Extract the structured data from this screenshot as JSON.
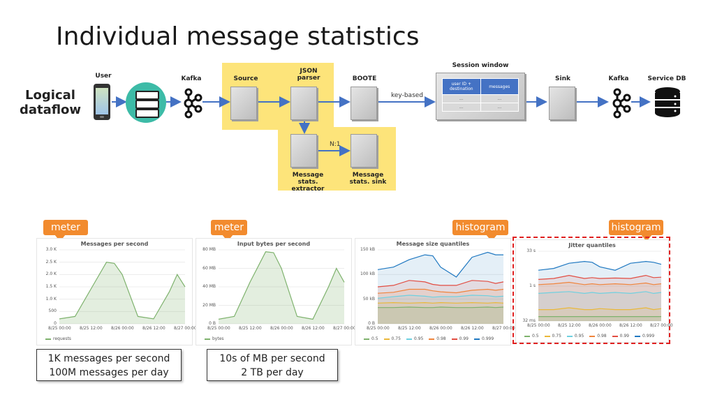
{
  "title": "Individual message statistics",
  "dataflow": {
    "section_label": "Logical dataflow",
    "user_label": "User",
    "kafka_in_label": "Kafka",
    "source_label": "Source",
    "json_parser_label": "JSON parser",
    "boote_label": "BOOTE",
    "key_based_label": "key-based",
    "session_window_label": "Session window",
    "session_table": {
      "header_left": "user ID + destination",
      "header_right": "messages",
      "cell": "..."
    },
    "sink_label": "Sink",
    "kafka_out_label": "Kafka",
    "service_db_label": "Service DB",
    "n1_label": "N:1",
    "stats_extractor_label": "Message stats. extractor",
    "stats_sink_label": "Message stats. sink"
  },
  "callouts": {
    "meter1": "meter",
    "meter2": "meter",
    "histogram1": "histogram",
    "histogram2": "histogram"
  },
  "notes": {
    "note1_line1": "1K messages per second",
    "note1_line2": "100M messages per day",
    "note2_line1": "10s of MB per second",
    "note2_line2": "2 TB per day"
  },
  "colors": {
    "arrow": "#4472c4",
    "highlight": "#fde47a",
    "callout": "#f28b2e",
    "dashed_border": "#e02020"
  },
  "chart_data": [
    {
      "type": "area",
      "title": "Messages per second",
      "y_ticks": [
        "3.0 K",
        "2.5 K",
        "2.0 K",
        "1.5 K",
        "1.0 K",
        "500",
        "0"
      ],
      "x_ticks": [
        "8/25 00:00",
        "8/25 12:00",
        "8/26 00:00",
        "8/26 12:00",
        "8/27 00:00"
      ],
      "ylim": [
        0,
        3000
      ],
      "x": [
        0,
        6,
        12,
        18,
        21,
        24,
        30,
        36,
        42,
        45,
        48
      ],
      "series": [
        {
          "name": "requests",
          "color": "#7eb26d",
          "values": [
            200,
            300,
            1400,
            2500,
            2450,
            2000,
            300,
            200,
            1300,
            2000,
            1500
          ]
        }
      ]
    },
    {
      "type": "area",
      "title": "Input bytes per second",
      "y_ticks": [
        "80 MB",
        "60 MB",
        "40 MB",
        "20 MB",
        "0 B"
      ],
      "x_ticks": [
        "8/25 00:00",
        "8/25 12:00",
        "8/26 00:00",
        "8/26 12:00",
        "8/27 00:00"
      ],
      "ylim": [
        0,
        80
      ],
      "x": [
        0,
        6,
        12,
        18,
        21,
        24,
        30,
        36,
        42,
        45,
        48
      ],
      "series": [
        {
          "name": "bytes",
          "color": "#7eb26d",
          "values": [
            5,
            8,
            45,
            78,
            77,
            60,
            8,
            5,
            40,
            60,
            45
          ]
        }
      ]
    },
    {
      "type": "area",
      "title": "Message size quantiles",
      "y_ticks": [
        "150 kB",
        "100 kB",
        "50 kB",
        "0 B"
      ],
      "x_ticks": [
        "8/25 00:00",
        "8/25 12:00",
        "8/26 00:00",
        "8/26 12:00",
        "8/27 00:00"
      ],
      "ylim": [
        0,
        150
      ],
      "x": [
        0,
        6,
        12,
        18,
        21,
        24,
        30,
        36,
        42,
        45,
        48
      ],
      "series": [
        {
          "name": "0.5",
          "color": "#7eb26d",
          "values": [
            33,
            33,
            34,
            33,
            33,
            34,
            33,
            33,
            34,
            33,
            34
          ]
        },
        {
          "name": "0.75",
          "color": "#eab839",
          "values": [
            42,
            43,
            42,
            43,
            42,
            43,
            42,
            43,
            42,
            43,
            42
          ]
        },
        {
          "name": "0.95",
          "color": "#6ed0e0",
          "values": [
            52,
            55,
            58,
            56,
            54,
            55,
            55,
            58,
            57,
            55,
            56
          ]
        },
        {
          "name": "0.98",
          "color": "#ef843c",
          "values": [
            62,
            64,
            70,
            70,
            67,
            65,
            63,
            68,
            70,
            68,
            70
          ]
        },
        {
          "name": "0.99",
          "color": "#e24d42",
          "values": [
            75,
            78,
            88,
            85,
            80,
            78,
            78,
            88,
            86,
            82,
            85
          ]
        },
        {
          "name": "0.999",
          "color": "#1f78c1",
          "values": [
            110,
            115,
            130,
            140,
            138,
            115,
            95,
            135,
            145,
            140,
            140
          ]
        }
      ]
    },
    {
      "type": "area",
      "title": "Jitter quantiles",
      "y_ticks": [
        "33 s",
        "1 s",
        "32 ms"
      ],
      "y_scale": "log",
      "x_ticks": [
        "8/25 00:00",
        "8/25 12:00",
        "8/26 00:00",
        "8/26 12:00",
        "8/27 00:00"
      ],
      "ylim": [
        0.032,
        33
      ],
      "x": [
        0,
        6,
        12,
        18,
        21,
        24,
        30,
        36,
        42,
        45,
        48
      ],
      "series": [
        {
          "name": "0.5",
          "color": "#7eb26d",
          "values": [
            0.05,
            0.05,
            0.05,
            0.05,
            0.05,
            0.05,
            0.05,
            0.05,
            0.05,
            0.05,
            0.05
          ]
        },
        {
          "name": "0.75",
          "color": "#eab839",
          "values": [
            0.1,
            0.1,
            0.12,
            0.1,
            0.1,
            0.11,
            0.1,
            0.1,
            0.12,
            0.1,
            0.11
          ]
        },
        {
          "name": "0.95",
          "color": "#6ed0e0",
          "values": [
            0.5,
            0.55,
            0.6,
            0.5,
            0.55,
            0.5,
            0.55,
            0.5,
            0.6,
            0.5,
            0.55
          ]
        },
        {
          "name": "0.98",
          "color": "#ef843c",
          "values": [
            1.2,
            1.3,
            1.5,
            1.2,
            1.3,
            1.2,
            1.3,
            1.2,
            1.4,
            1.2,
            1.3
          ]
        },
        {
          "name": "0.99",
          "color": "#e24d42",
          "values": [
            2,
            2.2,
            3,
            2.2,
            2.4,
            2.2,
            2.3,
            2.2,
            3,
            2.4,
            2.5
          ]
        },
        {
          "name": "0.999",
          "color": "#1f78c1",
          "values": [
            5,
            6,
            10,
            12,
            11,
            7,
            5,
            10,
            12,
            11,
            9
          ]
        }
      ]
    }
  ]
}
